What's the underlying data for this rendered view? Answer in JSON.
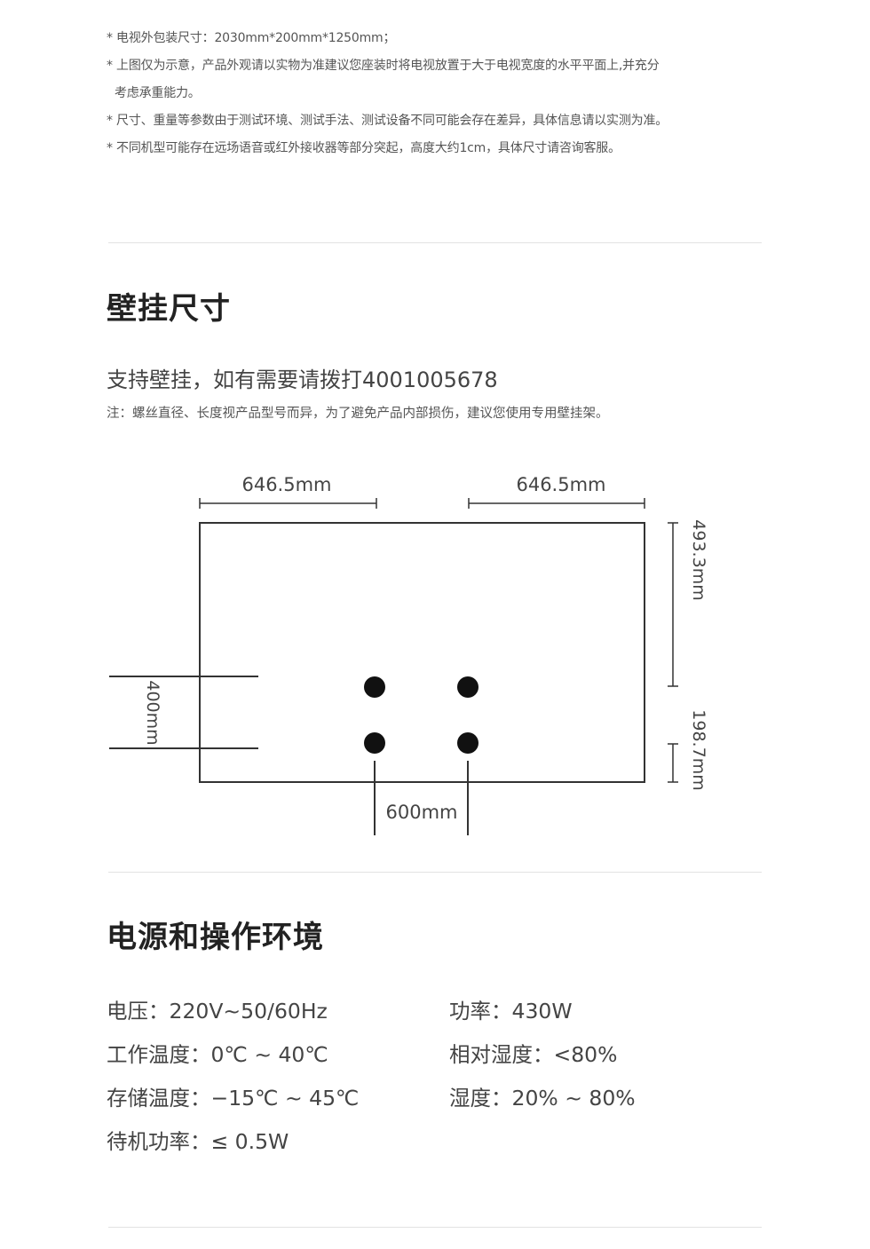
{
  "notes": [
    "* 电视外包装尺寸：2030mm*200mm*1250mm；",
    "* 上图仅为示意，产品外观请以实物为准建议您座装时将电视放置于大于电视宽度的水平平面上,并充分",
    "考虑承重能力。",
    "* 尺寸、重量等参数由于测试环境、测试手法、测试设备不同可能会存在差异，具体信息请以实测为准。",
    "* 不同机型可能存在远场语音或红外接收器等部分突起，高度大约1cm，具体尺寸请咨询客服。"
  ],
  "wall_mount": {
    "title": "壁挂尺寸",
    "subtitle": "支持壁挂，如有需要请拨打4001005678",
    "note": "注：螺丝直径、长度视产品型号而异，为了避免产品内部损伤，建议您使用专用壁挂架。",
    "dims": {
      "left_width": "646.5mm",
      "right_width": "646.5mm",
      "top_height": "493.3mm",
      "bottom_height": "198.7mm",
      "hole_vertical": "400mm",
      "hole_horizontal": "600mm"
    }
  },
  "power": {
    "title": "电源和操作环境",
    "left": [
      "电压：220V~50/60Hz",
      "工作温度：0℃ ~ 40℃",
      "存储温度：−15℃ ~ 45℃",
      "待机功率：≤ 0.5W"
    ],
    "right": [
      "功率：430W",
      "相对湿度：<80%",
      "湿度：20% ~ 80%"
    ]
  }
}
